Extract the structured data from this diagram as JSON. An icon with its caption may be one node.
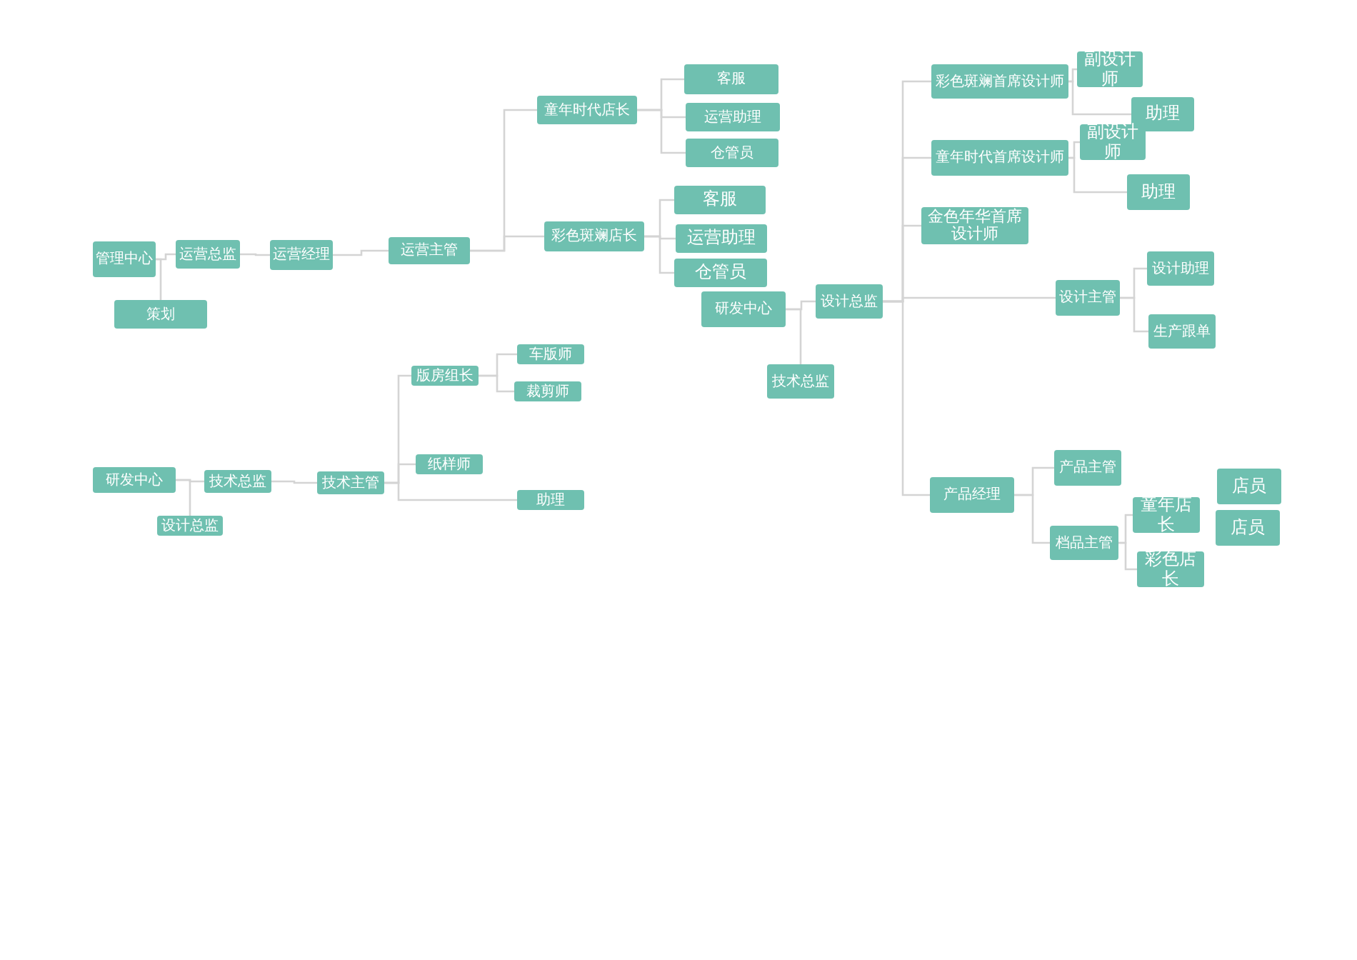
{
  "diagram": {
    "nodes": [
      {
        "text": [
          "管理中心"
        ]
      },
      {
        "text": [
          "运营总监"
        ]
      },
      {
        "text": [
          "策划"
        ]
      },
      {
        "text": [
          "运营经理"
        ]
      },
      {
        "text": [
          "运营主管"
        ]
      },
      {
        "text": [
          "童年时代店长"
        ]
      },
      {
        "text": [
          "客服"
        ]
      },
      {
        "text": [
          "运营助理"
        ]
      },
      {
        "text": [
          "仓管员"
        ]
      },
      {
        "text": [
          "彩色斑斓店长"
        ]
      },
      {
        "text": [
          "客服"
        ]
      },
      {
        "text": [
          "运营助理"
        ]
      },
      {
        "text": [
          "仓管员"
        ]
      },
      {
        "text": [
          "研发中心"
        ]
      },
      {
        "text": [
          "设计总监"
        ]
      },
      {
        "text": [
          "技术总监"
        ]
      },
      {
        "text": [
          "彩色斑斓首席设计师"
        ]
      },
      {
        "text": [
          "副设计师"
        ]
      },
      {
        "text": [
          "助理"
        ]
      },
      {
        "text": [
          "童年时代首席设计师"
        ]
      },
      {
        "text": [
          "副设计师"
        ]
      },
      {
        "text": [
          "助理"
        ]
      },
      {
        "text": [
          "金色年华首席设计师"
        ]
      },
      {
        "text": [
          "设计主管"
        ]
      },
      {
        "text": [
          "设计助理"
        ]
      },
      {
        "text": [
          "生产跟单"
        ]
      },
      {
        "text": [
          "产品经理"
        ]
      },
      {
        "text": [
          "产品主管"
        ]
      },
      {
        "text": [
          "档品主管"
        ]
      },
      {
        "text": [
          "童年店长"
        ]
      },
      {
        "text": [
          "彩色店长"
        ]
      },
      {
        "text": [
          "店员"
        ]
      },
      {
        "text": [
          "店员"
        ]
      },
      {
        "text": [
          "研发中心"
        ]
      },
      {
        "text": [
          "技术总监"
        ]
      },
      {
        "text": [
          "设计总监"
        ]
      },
      {
        "text": [
          "技术主管"
        ]
      },
      {
        "text": [
          "版房组长"
        ]
      },
      {
        "text": [
          "车版师"
        ]
      },
      {
        "text": [
          "裁剪师"
        ]
      },
      {
        "text": [
          "纸样师"
        ]
      },
      {
        "text": [
          "助理"
        ]
      }
    ],
    "edges": [
      {
        "from": 0,
        "to": 1,
        "arrow": "none"
      },
      {
        "from": 0,
        "to": 2,
        "arrow": "none"
      },
      {
        "from": 1,
        "to": 3,
        "arrow": "none"
      },
      {
        "from": 3,
        "to": 4,
        "arrow": "none"
      },
      {
        "from": 4,
        "to": 5,
        "arrow": "none"
      },
      {
        "from": 4,
        "to": 9,
        "arrow": "none"
      },
      {
        "from": 5,
        "to": 6,
        "arrow": "none"
      },
      {
        "from": 5,
        "to": 7,
        "arrow": "none"
      },
      {
        "from": 5,
        "to": 8,
        "arrow": "none"
      },
      {
        "from": 9,
        "to": 10,
        "arrow": "none"
      },
      {
        "from": 9,
        "to": 11,
        "arrow": "none"
      },
      {
        "from": 9,
        "to": 12,
        "arrow": "none"
      },
      {
        "from": 13,
        "to": 14,
        "arrow": "none"
      },
      {
        "from": 13,
        "to": 15,
        "arrow": "none"
      },
      {
        "from": 14,
        "to": 16,
        "arrow": "none"
      },
      {
        "from": 14,
        "to": 19,
        "arrow": "none"
      },
      {
        "from": 14,
        "to": 22,
        "arrow": "none"
      },
      {
        "from": 14,
        "to": 23,
        "arrow": "none"
      },
      {
        "from": 14,
        "to": 26,
        "arrow": "none"
      },
      {
        "from": 16,
        "to": 17,
        "arrow": "none"
      },
      {
        "from": 16,
        "to": 18,
        "arrow": "none"
      },
      {
        "from": 19,
        "to": 20,
        "arrow": "none"
      },
      {
        "from": 19,
        "to": 21,
        "arrow": "none"
      },
      {
        "from": 23,
        "to": 24,
        "arrow": "none"
      },
      {
        "from": 23,
        "to": 25,
        "arrow": "none"
      },
      {
        "from": 26,
        "to": 27,
        "arrow": "none"
      },
      {
        "from": 26,
        "to": 28,
        "arrow": "none"
      },
      {
        "from": 28,
        "to": 29,
        "arrow": "none"
      },
      {
        "from": 28,
        "to": 30,
        "arrow": "none"
      },
      {
        "from": 33,
        "to": 34,
        "arrow": "none"
      },
      {
        "from": 33,
        "to": 35,
        "arrow": "none"
      },
      {
        "from": 34,
        "to": 36,
        "arrow": "none"
      },
      {
        "from": 36,
        "to": 37,
        "arrow": "none"
      },
      {
        "from": 36,
        "to": 40,
        "arrow": "none"
      },
      {
        "from": 36,
        "to": 41,
        "arrow": "none"
      },
      {
        "from": 37,
        "to": 38,
        "arrow": "none"
      },
      {
        "from": 37,
        "to": 39,
        "arrow": "none"
      }
    ]
  }
}
